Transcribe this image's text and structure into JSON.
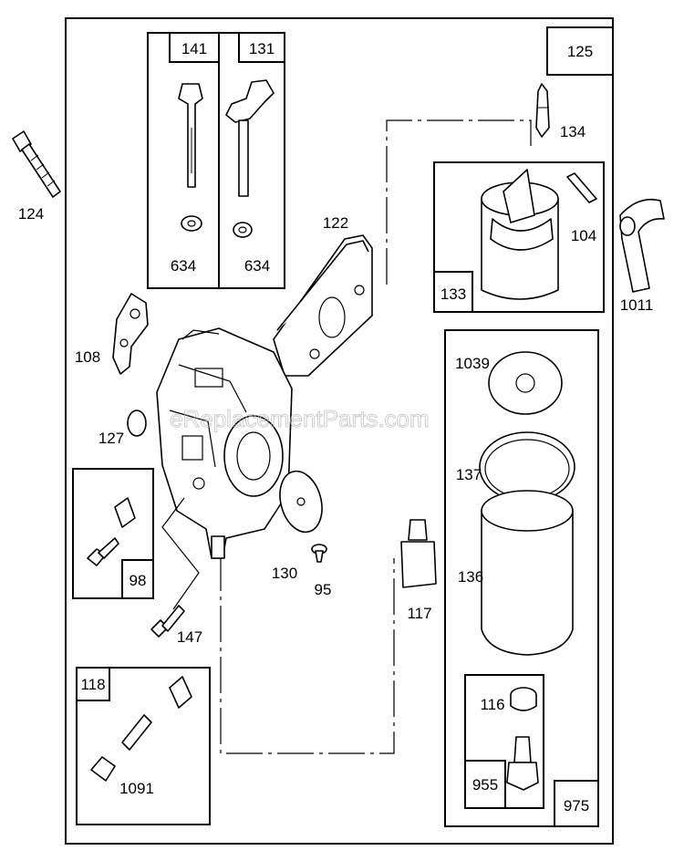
{
  "labels": {
    "l124": "124",
    "l141": "141",
    "l131": "131",
    "l634a": "634",
    "l634b": "634",
    "l125": "125",
    "l134": "134",
    "l133": "133",
    "l104": "104",
    "l1011": "1011",
    "l122": "122",
    "l108": "108",
    "l127": "127",
    "l1039": "1039",
    "l137": "137",
    "l136": "136",
    "l98": "98",
    "l130": "130",
    "l95": "95",
    "l117": "117",
    "l147": "147",
    "l118": "118",
    "l1091": "1091",
    "l116": "116",
    "l955": "955",
    "l975": "975"
  },
  "watermark": "eReplacementParts.com"
}
